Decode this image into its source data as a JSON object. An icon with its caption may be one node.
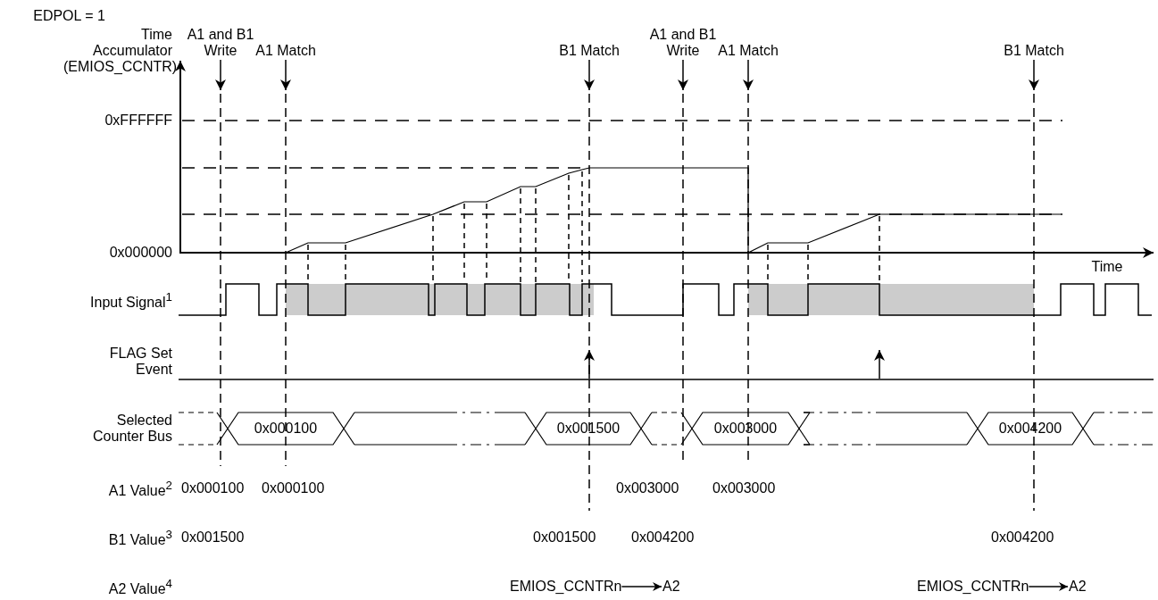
{
  "diagram": {
    "nodes": [
      {
        "text": [
          "EMIOS_CCNTRn"
        ]
      },
      {
        "text": [
          "A2"
        ]
      },
      {
        "text": [
          "EMIOS_CCNTRn"
        ]
      },
      {
        "text": [
          "A2"
        ]
      }
    ],
    "edges": [
      {
        "from": 0,
        "to": 1,
        "arrow": "to"
      },
      {
        "from": 2,
        "to": 3,
        "arrow": "to"
      }
    ],
    "labels": [
      "EDPOL = 1",
      "Time Accumulator (EMIOS_CCNTR)",
      "A1 and B1 Write",
      "A1 Match",
      "B1 Match",
      "A1 and B1 Write",
      "A1 Match",
      "B1 Match",
      "0xFFFFFF",
      "0x000000",
      "Time",
      "Input Signal$^{1}$",
      "FLAG Set Event",
      "Selected Counter Bus",
      "0x000100",
      "0x001500",
      "0x003000",
      "0x004200",
      "A1 Value$^{2}$",
      "0x000100",
      "0x000100",
      "0x003000",
      "0x003000",
      "B1 Value$^{3}$",
      "0x001500",
      "0x001500",
      "0x004200",
      "0x004200",
      "A2 Value$^{4}$"
    ]
  }
}
